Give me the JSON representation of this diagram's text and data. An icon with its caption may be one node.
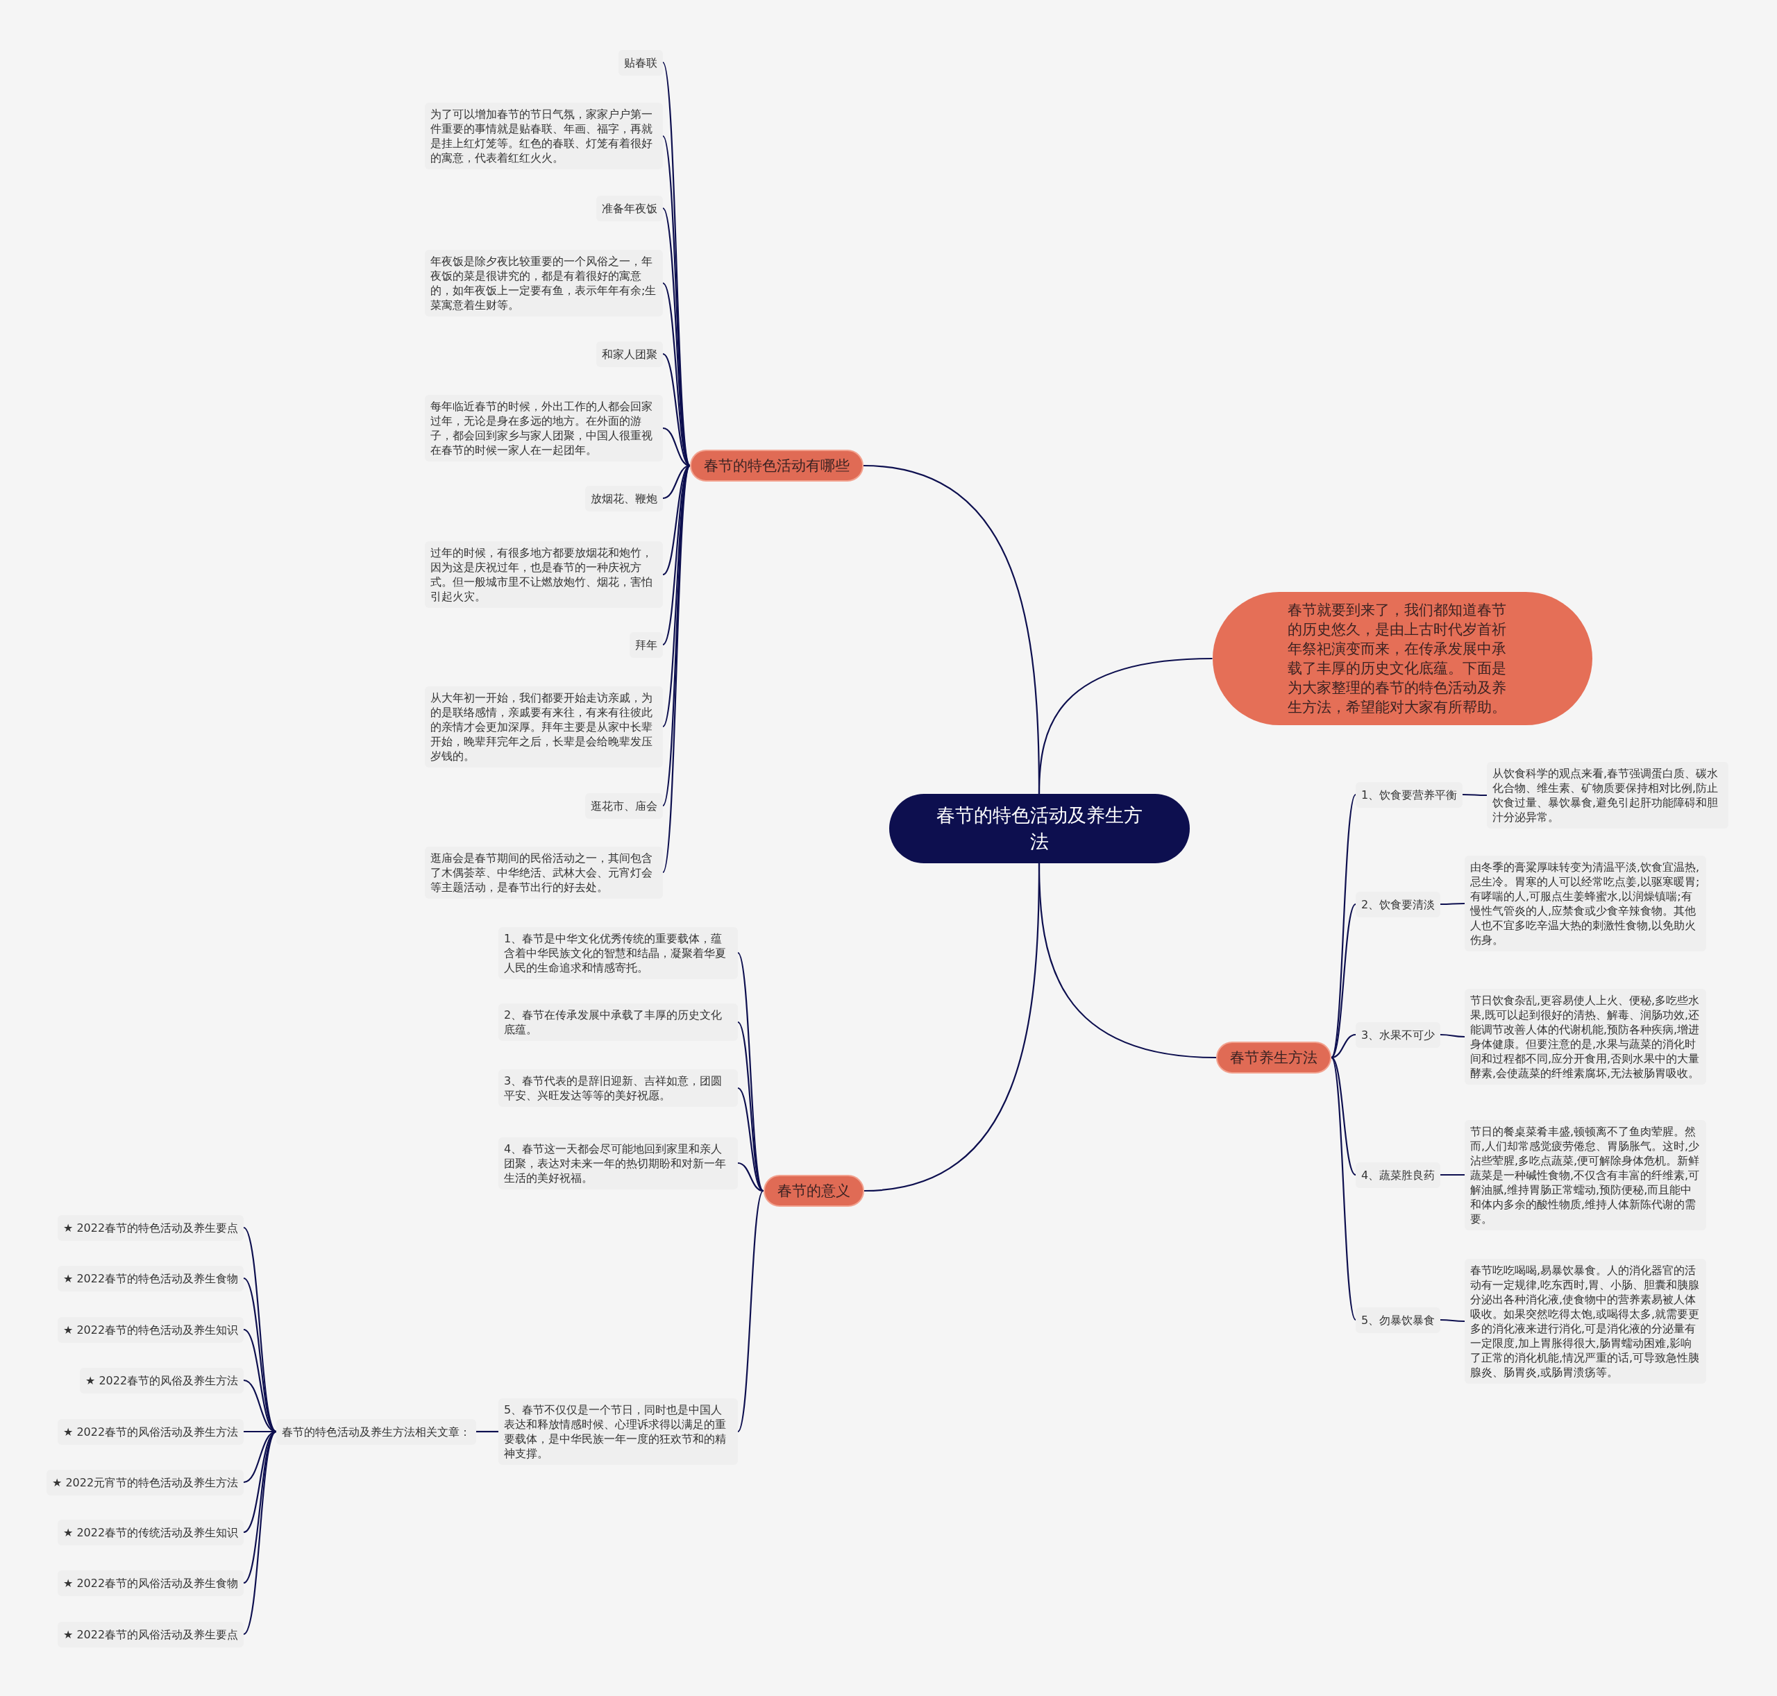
{
  "diagram": {
    "nodes": [
      {
        "text": [
          "春节的特色活动及养生方法"
        ]
      },
      {
        "text": [
          "春节的特色活动有哪些"
        ]
      },
      {
        "text": [
          "贴春联"
        ]
      },
      {
        "text": [
          "为了可以增加春节的节日气氛，家家户户第一件重要的事情就是贴春联、年画、福字，再就是挂上红灯笼等。红色的春联、灯笼有着很好的寓意，代表着红红火火。"
        ]
      },
      {
        "text": [
          "准备年夜饭"
        ]
      },
      {
        "text": [
          "年夜饭是除夕夜比较重要的一个风俗之一，年夜饭的菜是很讲究的，都是有着很好的寓意的，如年夜饭上一定要有鱼，表示年年有余;生菜寓意着生财等。"
        ]
      },
      {
        "text": [
          "和家人团聚"
        ]
      },
      {
        "text": [
          "每年临近春节的时候，外出工作的人都会回家过年，无论是身在多远的地方。在外面的游子，都会回到家乡与家人团聚，中国人很重视在春节的时候一家人在一起团年。"
        ]
      },
      {
        "text": [
          "放烟花、鞭炮"
        ]
      },
      {
        "text": [
          "过年的时候，有很多地方都要放烟花和炮竹，因为这是庆祝过年，也是春节的一种庆祝方式。但一般城市里不让燃放炮竹、烟花，害怕引起火灾。"
        ]
      },
      {
        "text": [
          "拜年"
        ]
      },
      {
        "text": [
          "从大年初一开始，我们都要开始走访亲戚，为的是联络感情，亲戚要有来往，有来有往彼此的亲情才会更加深厚。拜年主要是从家中长辈开始，晚辈拜完年之后，长辈是会给晚辈发压岁钱的。"
        ]
      },
      {
        "text": [
          "逛花市、庙会"
        ]
      },
      {
        "text": [
          "逛庙会是春节期间的民俗活动之一，其间包含了木偶荟萃、中华绝活、武林大会、元宵灯会等主题活动，是春节出行的好去处。"
        ]
      },
      {
        "text": [
          "春节就要到来了，我们都知道春节的历史悠久，是由上古时代岁首祈年祭祀演变而来，在传承发展中承载了丰厚的历史文化底蕴。下面是为大家整理的春节的特色活动及养生方法，希望能对大家有所帮助。"
        ]
      },
      {
        "text": [
          "春节养生方法"
        ]
      },
      {
        "text": [
          "1、饮食要营养平衡"
        ]
      },
      {
        "text": [
          "从饮食科学的观点来看,春节强调蛋白质、碳水化合物、维生素、矿物质要保持相对比例,防止饮食过量、暴饮暴食,避免引起肝功能障碍和胆汁分泌异常。"
        ]
      },
      {
        "text": [
          "2、饮食要清淡"
        ]
      },
      {
        "text": [
          "由冬季的膏粱厚味转变为清温平淡,饮食宜温热,忌生冷。胃寒的人可以经常吃点姜,以驱寒暖胃;有哮喘的人,可服点生姜蜂蜜水,以润燥镇喘;有慢性气管炎的人,应禁食或少食辛辣食物。其他人也不宜多吃辛温大热的刺激性食物,以免助火伤身。"
        ]
      },
      {
        "text": [
          "3、水果不可少"
        ]
      },
      {
        "text": [
          "节日饮食杂乱,更容易使人上火、便秘,多吃些水果,既可以起到很好的清热、解毒、润肠功效,还能调节改善人体的代谢机能,预防各种疾病,增进身体健康。但要注意的是,水果与蔬菜的消化时间和过程都不同,应分开食用,否则水果中的大量酵素,会使蔬菜的纤维素腐坏,无法被肠胃吸收。"
        ]
      },
      {
        "text": [
          "4、蔬菜胜良药"
        ]
      },
      {
        "text": [
          "节日的餐桌菜肴丰盛,顿顿离不了鱼肉荤腥。然而,人们却常感觉疲劳倦怠、胃肠胀气。这时,少沾些荤腥,多吃点蔬菜,便可解除身体危机。新鲜蔬菜是一种碱性食物,不仅含有丰富的纤维素,可解油腻,维持胃肠正常蠕动,预防便秘,而且能中和体内多余的酸性物质,维持人体新陈代谢的需要。"
        ]
      },
      {
        "text": [
          "5、勿暴饮暴食"
        ]
      },
      {
        "text": [
          "春节吃吃喝喝,易暴饮暴食。人的消化器官的活动有一定规律,吃东西时,胃、小肠、胆囊和胰腺分泌出各种消化液,使食物中的营养素易被人体吸收。如果突然吃得太饱,或喝得太多,就需要更多的消化液来进行消化,可是消化液的分泌量有一定限度,加上胃胀得很大,肠胃蠕动困难,影响了正常的消化机能,情况严重的话,可导致急性胰腺炎、肠胃炎,或肠胃溃疡等。"
        ]
      },
      {
        "text": [
          "春节的意义"
        ]
      },
      {
        "text": [
          "1、春节是中华文化优秀传统的重要载体，蕴含着中华民族文化的智慧和结晶，凝聚着华夏人民的生命追求和情感寄托。"
        ]
      },
      {
        "text": [
          "2、春节在传承发展中承载了丰厚的历史文化底蕴。"
        ]
      },
      {
        "text": [
          "3、春节代表的是辞旧迎新、吉祥如意，团圆平安、兴旺发达等等的美好祝愿。"
        ]
      },
      {
        "text": [
          "4、春节这一天都会尽可能地回到家里和亲人团聚，表达对未来一年的热切期盼和对新一年生活的美好祝福。"
        ]
      },
      {
        "text": [
          "5、春节不仅仅是一个节日，同时也是中国人表达和释放情感时候、心理诉求得以满足的重要载体，是中华民族一年一度的狂欢节和的精神支撑。"
        ]
      },
      {
        "text": [
          "春节的特色活动及养生方法相关文章："
        ]
      },
      {
        "text": [
          "★ 2022春节的特色活动及养生要点"
        ]
      },
      {
        "text": [
          "★ 2022春节的特色活动及养生食物"
        ]
      },
      {
        "text": [
          "★ 2022春节的特色活动及养生知识"
        ]
      },
      {
        "text": [
          "★ 2022春节的风俗及养生方法"
        ]
      },
      {
        "text": [
          "★ 2022春节的风俗活动及养生方法"
        ]
      },
      {
        "text": [
          "★ 2022元宵节的特色活动及养生方法"
        ]
      },
      {
        "text": [
          "★ 2022春节的传统活动及养生知识"
        ]
      },
      {
        "text": [
          "★ 2022春节的风俗活动及养生食物"
        ]
      },
      {
        "text": [
          "★ 2022春节的风俗活动及养生要点"
        ]
      }
    ],
    "edges": [
      {
        "from": 0,
        "to": 1,
        "arrow": "none"
      },
      {
        "from": 1,
        "to": 2,
        "arrow": "none"
      },
      {
        "from": 1,
        "to": 3,
        "arrow": "none"
      },
      {
        "from": 1,
        "to": 4,
        "arrow": "none"
      },
      {
        "from": 1,
        "to": 5,
        "arrow": "none"
      },
      {
        "from": 1,
        "to": 6,
        "arrow": "none"
      },
      {
        "from": 1,
        "to": 7,
        "arrow": "none"
      },
      {
        "from": 1,
        "to": 8,
        "arrow": "none"
      },
      {
        "from": 1,
        "to": 9,
        "arrow": "none"
      },
      {
        "from": 1,
        "to": 10,
        "arrow": "none"
      },
      {
        "from": 1,
        "to": 11,
        "arrow": "none"
      },
      {
        "from": 1,
        "to": 12,
        "arrow": "none"
      },
      {
        "from": 1,
        "to": 13,
        "arrow": "none"
      },
      {
        "from": 0,
        "to": 14,
        "arrow": "none"
      },
      {
        "from": 0,
        "to": 15,
        "arrow": "none"
      },
      {
        "from": 15,
        "to": 16,
        "arrow": "none"
      },
      {
        "from": 16,
        "to": 17,
        "arrow": "none"
      },
      {
        "from": 15,
        "to": 18,
        "arrow": "none"
      },
      {
        "from": 18,
        "to": 19,
        "arrow": "none"
      },
      {
        "from": 15,
        "to": 20,
        "arrow": "none"
      },
      {
        "from": 20,
        "to": 21,
        "arrow": "none"
      },
      {
        "from": 15,
        "to": 22,
        "arrow": "none"
      },
      {
        "from": 22,
        "to": 23,
        "arrow": "none"
      },
      {
        "from": 15,
        "to": 24,
        "arrow": "none"
      },
      {
        "from": 24,
        "to": 25,
        "arrow": "none"
      },
      {
        "from": 0,
        "to": 26,
        "arrow": "none"
      },
      {
        "from": 26,
        "to": 27,
        "arrow": "none"
      },
      {
        "from": 26,
        "to": 28,
        "arrow": "none"
      },
      {
        "from": 26,
        "to": 29,
        "arrow": "none"
      },
      {
        "from": 26,
        "to": 30,
        "arrow": "none"
      },
      {
        "from": 26,
        "to": 31,
        "arrow": "none"
      },
      {
        "from": 31,
        "to": 32,
        "arrow": "none"
      },
      {
        "from": 32,
        "to": 33,
        "arrow": "none"
      },
      {
        "from": 32,
        "to": 34,
        "arrow": "none"
      },
      {
        "from": 32,
        "to": 35,
        "arrow": "none"
      },
      {
        "from": 32,
        "to": 36,
        "arrow": "none"
      },
      {
        "from": 32,
        "to": 37,
        "arrow": "none"
      },
      {
        "from": 32,
        "to": 38,
        "arrow": "none"
      },
      {
        "from": 32,
        "to": 39,
        "arrow": "none"
      },
      {
        "from": 32,
        "to": 40,
        "arrow": "none"
      },
      {
        "from": 32,
        "to": 41,
        "arrow": "none"
      }
    ]
  }
}
